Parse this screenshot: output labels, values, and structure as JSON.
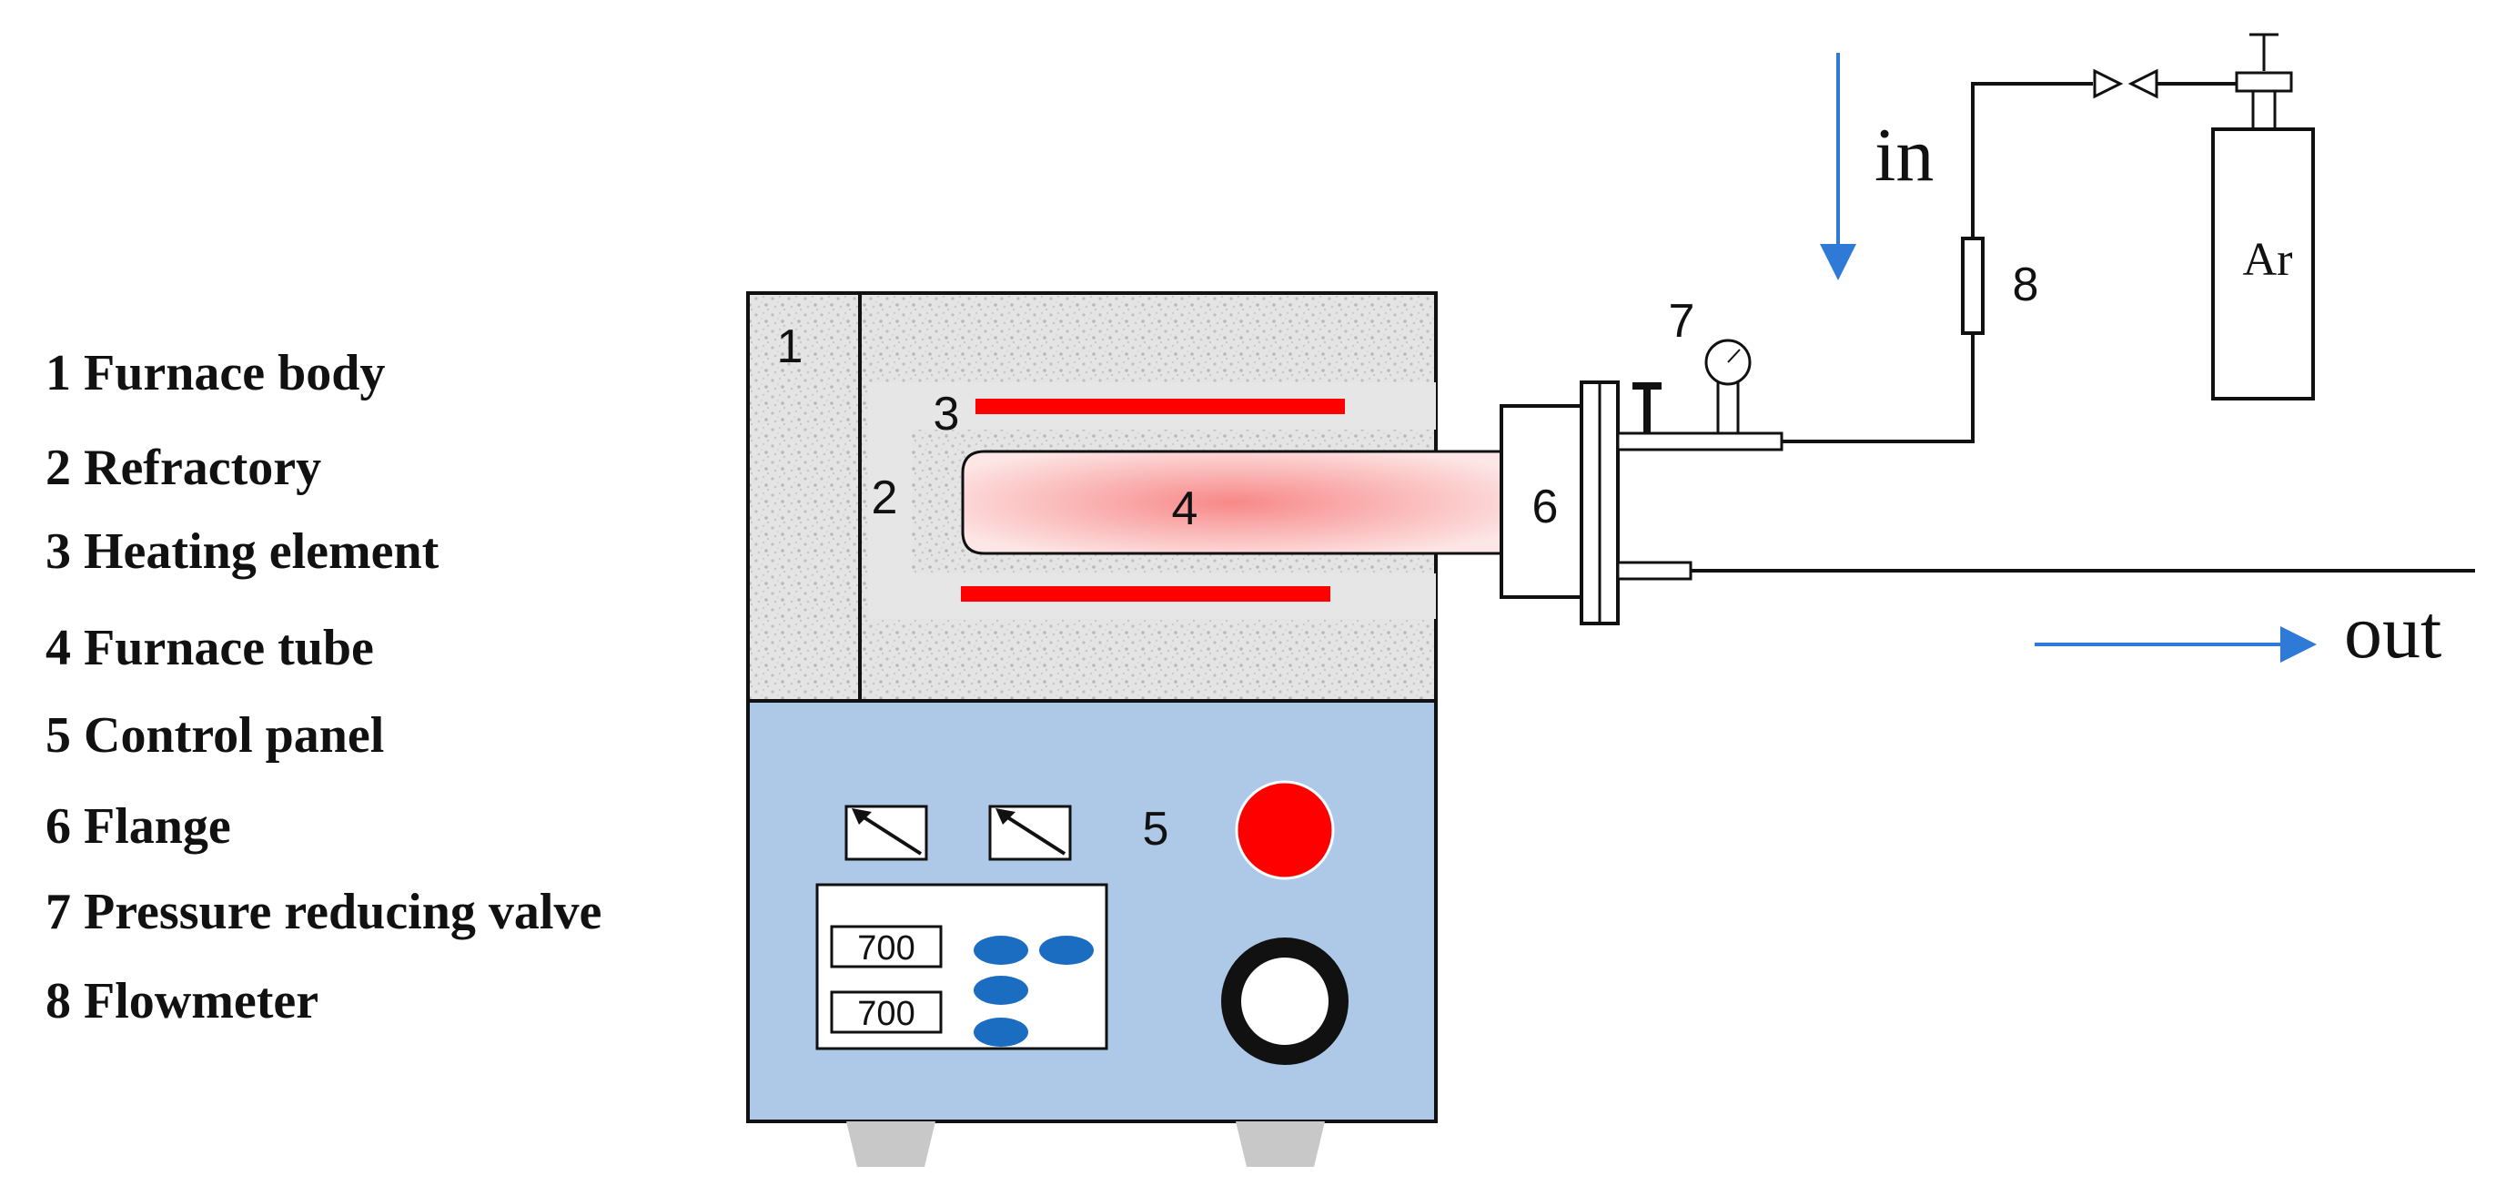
{
  "legend": [
    "1 Furnace body",
    "2 Refractory",
    "3 Heating element",
    "4 Furnace tube",
    "5 Control panel",
    "6 Flange",
    "7 Pressure reducing valve",
    "8 Flowmeter"
  ],
  "callouts": {
    "furnace_body": "1",
    "refractory": "2",
    "heating_element": "3",
    "furnace_tube": "4",
    "control_panel": "5",
    "flange": "6",
    "pressure_valve": "7",
    "flowmeter": "8"
  },
  "flow": {
    "in": "in",
    "out": "out"
  },
  "cylinder_gas": "Ar",
  "displays": [
    "700",
    "700"
  ],
  "colors": {
    "heating_element": "#ff0000",
    "panel": "#aec8e8",
    "button": "#1a6dc0",
    "arrow": "#2f7ad6",
    "tube": "#f88888",
    "power_button": "#ff0000"
  }
}
